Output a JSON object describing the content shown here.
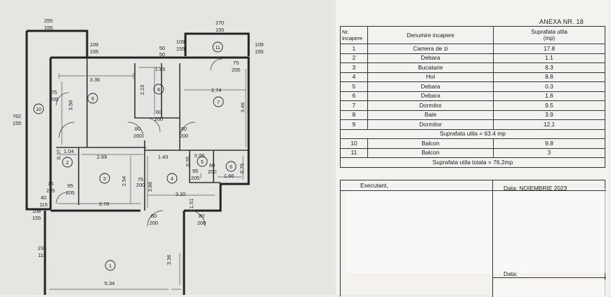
{
  "annex_title": "ANEXA NR. 18",
  "table": {
    "headers": {
      "nr": "Nr.\nincapere",
      "name": "Denumire incapere",
      "area": "Suprafata utila\n(mp)"
    },
    "rooms": [
      {
        "nr": "1",
        "name": "Camera de zi",
        "area": "17.8"
      },
      {
        "nr": "2",
        "name": "Debara",
        "area": "1.1"
      },
      {
        "nr": "3",
        "name": "Bucatarie",
        "area": "8.3"
      },
      {
        "nr": "4",
        "name": "Hol",
        "area": "8.8"
      },
      {
        "nr": "5",
        "name": "Debara",
        "area": "0.3"
      },
      {
        "nr": "6",
        "name": "Debara",
        "area": "1.6"
      },
      {
        "nr": "7",
        "name": "Dormitor",
        "area": "9.5"
      },
      {
        "nr": "8",
        "name": "Baie",
        "area": "3.9"
      },
      {
        "nr": "9",
        "name": "Dormitor",
        "area": "12.1"
      }
    ],
    "subtotal": "Suprafata utila = 63.4 mp",
    "balconies": [
      {
        "nr": "10",
        "name": "Balcon",
        "area": "9.8"
      },
      {
        "nr": "11",
        "name": "Balcon",
        "area": "3"
      }
    ],
    "total": "Suprafata utila totala = 76.2mp"
  },
  "signature": {
    "executant": "Executant,",
    "date": "Data: NOIEMBRIE 2023",
    "data_label": "Data:"
  },
  "plan": {
    "room_numbers": [
      "1",
      "2",
      "3",
      "4",
      "5",
      "6",
      "7",
      "8",
      "9",
      "10",
      "11"
    ],
    "dims": {
      "d255": "255",
      "d155a": "155",
      "d270": "270",
      "d155b": "155",
      "d109a": "109",
      "d155c": "155",
      "d50a": "50",
      "d50b": "50",
      "d109b": "109",
      "d155d": "155",
      "d109c": "109",
      "d155e": "155",
      "d336": "3.36",
      "d185": "1.85",
      "d75a": "75",
      "d205a": "205",
      "d75b": "75",
      "d205b": "205",
      "d350": "3.50",
      "d223": "2.23",
      "d274": "2.74",
      "d346": "3.46",
      "d762": "762",
      "d155f": "155",
      "d60a": "60",
      "d200a": "200",
      "d80a": "80",
      "d200b": "200",
      "d80b": "80",
      "d200c": "200",
      "d104": "1.04",
      "d269": "2.69",
      "d143": "1.43",
      "d095": "0.95",
      "d035": "0.35",
      "d037": "0.37",
      "d60b": "60",
      "d200d": "200",
      "d076": "0.76",
      "d254": "2.54",
      "d75c": "75",
      "d200e": "200",
      "d386": "3.86",
      "d95": "95",
      "d205c": "205",
      "d166": "1.66",
      "d75d": "75",
      "d205d": "205",
      "d95b": "95",
      "d205e": "205",
      "d40": "40",
      "d115a": "115",
      "d378": "3.78",
      "d320": "3.20",
      "d151": "1.51",
      "d108": "108",
      "d155g": "155",
      "d80c": "80",
      "d200f": "200",
      "d80d": "80",
      "d200g": "200",
      "d235": "235",
      "d115b": "115",
      "d336b": "3.36",
      "d534": "5.34"
    }
  }
}
